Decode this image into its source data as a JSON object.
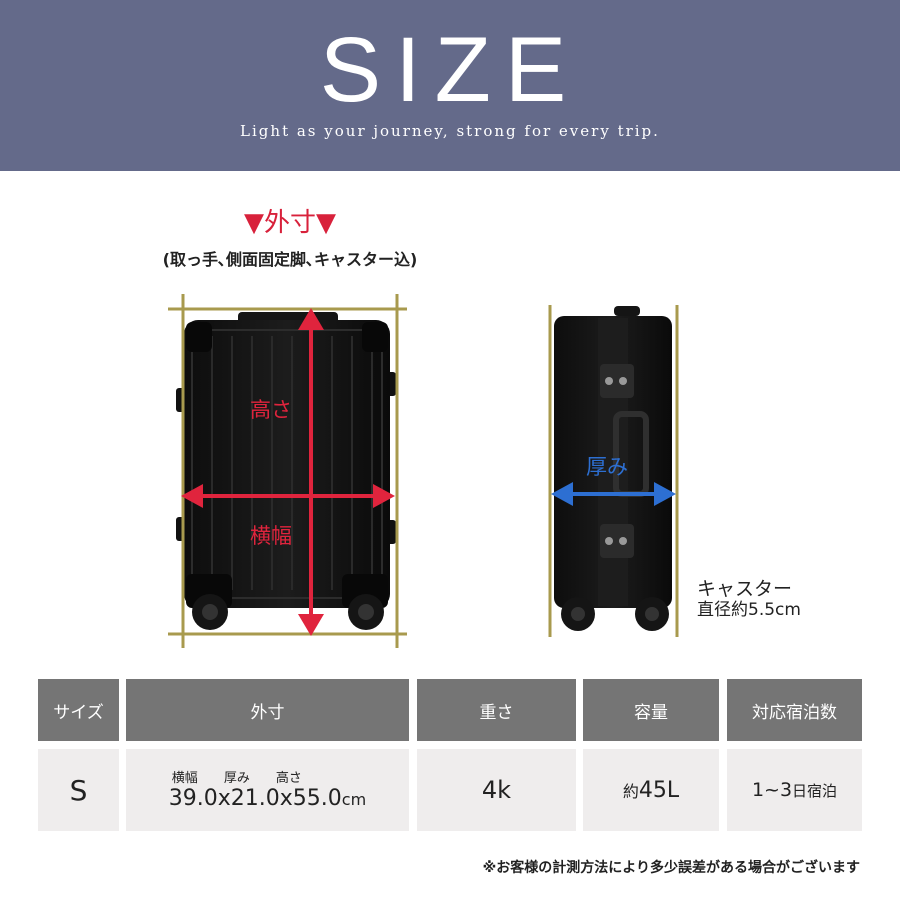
{
  "header": {
    "title": "SIZE",
    "subtitle": "Light as your journey, strong for every trip.",
    "bg_color": "#646a8a"
  },
  "outer": {
    "title": "▼外寸▼",
    "subtitle": "(取っ手､側面固定脚､キャスター込)"
  },
  "diagram": {
    "height_label": "高さ",
    "width_label": "横幅",
    "depth_label": "厚み",
    "height_color": "#e0243d",
    "depth_color": "#2d6fd2",
    "frame_color": "#a89a4e"
  },
  "caster": {
    "line1": "キャスター",
    "line2": "直径約5.5cm"
  },
  "table": {
    "headers": [
      "サイズ",
      "外寸",
      "重さ",
      "容量",
      "対応宿泊数"
    ],
    "row": {
      "size": "S",
      "dim_width_label": "横幅",
      "dim_depth_label": "厚み",
      "dim_height_label": "高さ",
      "dims_value": "39.0x21.0x55.0",
      "dims_unit": "cm",
      "weight": "4k",
      "capacity_prefix": "約",
      "capacity_value": "45L",
      "nights_value": "1~3",
      "nights_suffix": "日宿泊"
    }
  },
  "footnote": "※お客様の計測方法により多少誤差がある場合がございます"
}
